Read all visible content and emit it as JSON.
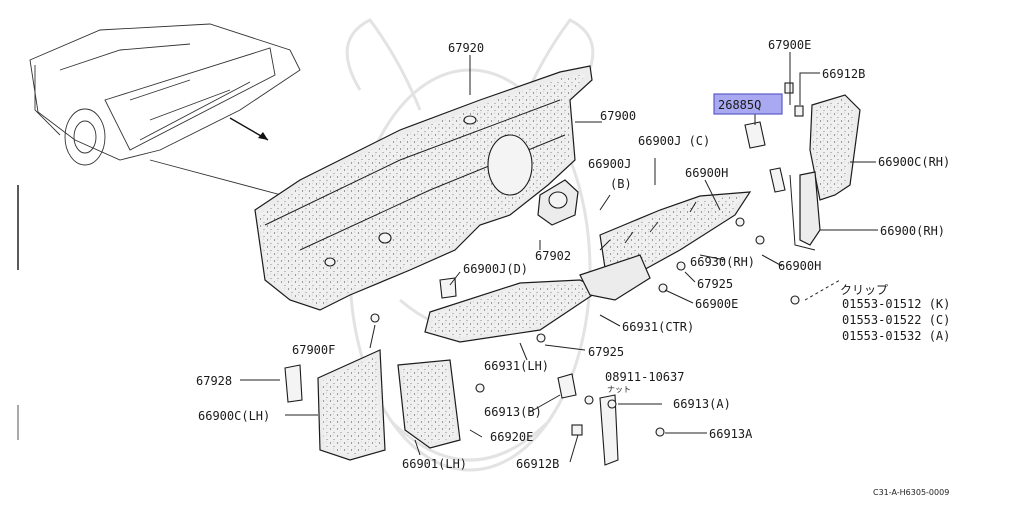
{
  "labels": {
    "p67920": "67920",
    "p67900E": "67900E",
    "p66912B_top": "66912B",
    "p26885Q": "26885Q",
    "p67900": "67900",
    "p66900J_C": "66900J (C)",
    "p66900J_B1": "66900J",
    "p66900J_B2": "(B)",
    "p66900H_top": "66900H",
    "p66900C_RH": "66900C(RH)",
    "p66900_RH": "66900(RH)",
    "p67902": "67902",
    "p66900J_D": "66900J(D)",
    "p66930_RH": "66930(RH)",
    "p66900H_mid": "66900H",
    "p67925_a": "67925",
    "clip_jp": "クリップ",
    "p01553_K": "01553-01512 (K)",
    "p01553_C": "01553-01522 (C)",
    "p01553_A": "01553-01532 (A)",
    "p66900E": "66900E",
    "p66931_CTR": "66931(CTR)",
    "p67900F": "67900F",
    "p67925_b": "67925",
    "p66931_LH": "66931(LH)",
    "p08911": "08911-10637",
    "nut_jp": "ナット",
    "p67928": "67928",
    "p66913_B": "66913(B)",
    "p66913_A": "66913(A)",
    "p66900C_LH": "66900C(LH)",
    "p66920E": "66920E",
    "p66913A": "66913A",
    "p66901_LH": "66901(LH)",
    "p66912B_bot": "66912B",
    "ref_code": "C31-A-H6305-0009"
  },
  "colors": {
    "highlight_fill": "#a9a9f2",
    "highlight_border": "#5a5ac8",
    "line": "#222222",
    "watermark": "#e3e3e3"
  }
}
